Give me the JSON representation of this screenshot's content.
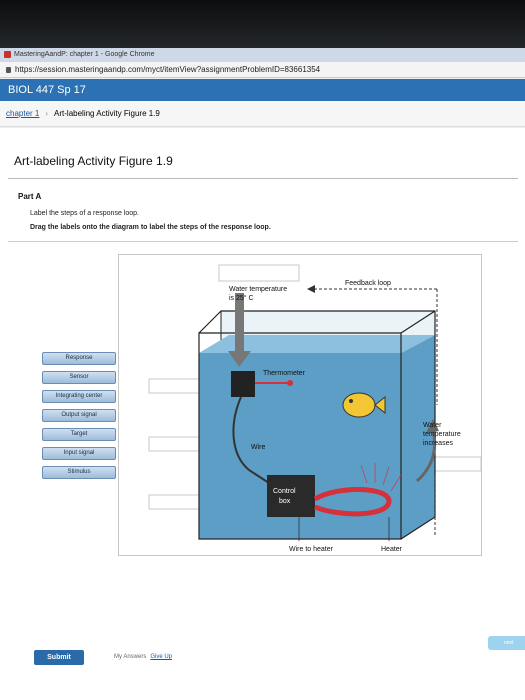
{
  "browser": {
    "window_title": "MasteringAandP: chapter 1 - Google Chrome",
    "url": "https://session.masteringaandp.com/myct/itemView?assignmentProblemID=83661354"
  },
  "course": {
    "title": "BIOL 447 Sp 17"
  },
  "breadcrumb": {
    "chapter": "chapter 1",
    "current": "Art-labeling Activity Figure 1.9"
  },
  "activity": {
    "title": "Art-labeling Activity Figure 1.9",
    "part": "Part A",
    "instruction": "Label the steps of a response loop.",
    "drag_instruction": "Drag the labels onto the diagram to label the steps of the response loop."
  },
  "labels": [
    "Response",
    "Sensor",
    "Integrating center",
    "Output signal",
    "Target",
    "Input signal",
    "Stimulus"
  ],
  "diagram": {
    "water_temp": [
      "Water temperature",
      "is 25° C"
    ],
    "feedback_loop": "Feedback loop",
    "thermometer": "Thermometer",
    "wire": "Wire",
    "control_box": [
      "Control",
      "box"
    ],
    "water_temp_increases": [
      "Water",
      "temperature",
      "increases"
    ],
    "wire_to_heater": "Wire to heater",
    "heater": "Heater"
  },
  "footer": {
    "submit": "Submit",
    "my_answers": "My Answers",
    "give_up": "Give Up",
    "next": "next"
  },
  "colors": {
    "course_bar": "#2c71b3",
    "water": "#5c9ec6",
    "label_fill": "#b7cfe8"
  }
}
